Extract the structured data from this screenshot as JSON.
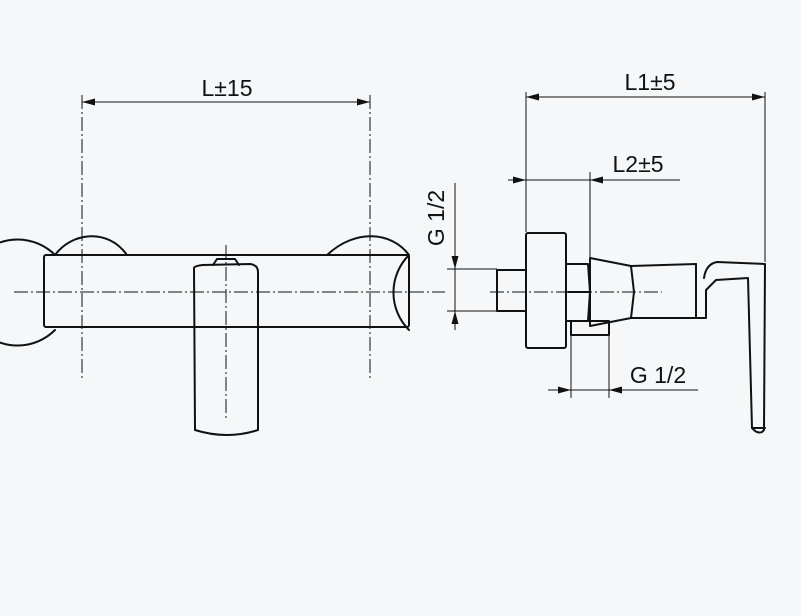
{
  "front_view": {
    "dimension_label": "L±15"
  },
  "side_view": {
    "overall_length_label": "L1±5",
    "offset_length_label": "L2±5",
    "thread_vertical_label": "G 1/2",
    "thread_horizontal_label": "G 1/2"
  }
}
